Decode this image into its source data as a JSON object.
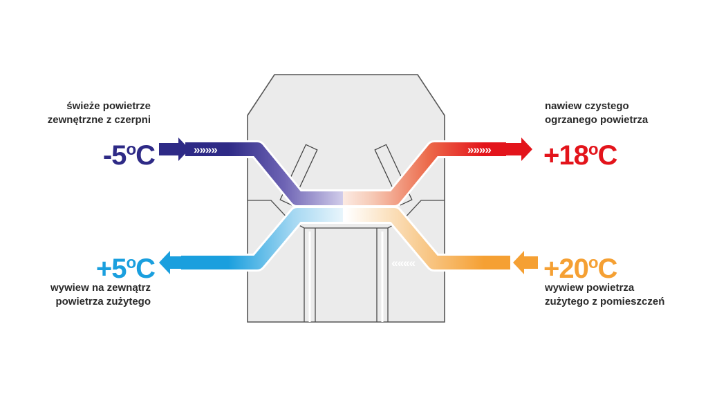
{
  "flows": {
    "fresh_in": {
      "label_line1": "świeże powietrze",
      "label_line2": "zewnętrzne z czerpni",
      "temp_value": "-5",
      "temp_deg": "o",
      "temp_unit": "C",
      "color": "#2e2a86"
    },
    "exhaust_out": {
      "label_line1": "wywiew na zewnątrz",
      "label_line2": "powietrza zużytego",
      "temp_value": "+5",
      "temp_deg": "o",
      "temp_unit": "C",
      "color": "#1a9fde"
    },
    "supply_out": {
      "label_line1": "nawiew czystego",
      "label_line2": "ogrzanego powietrza",
      "temp_value": "+18",
      "temp_deg": "o",
      "temp_unit": "C",
      "color": "#e3141b"
    },
    "extract_in": {
      "label_line1": "wywiew powietrza",
      "label_line2": "zużytego z pomieszczeń",
      "temp_value": "+20",
      "temp_deg": "o",
      "temp_unit": "C",
      "color": "#f5a033"
    }
  },
  "chevrons": "»»»»"
}
